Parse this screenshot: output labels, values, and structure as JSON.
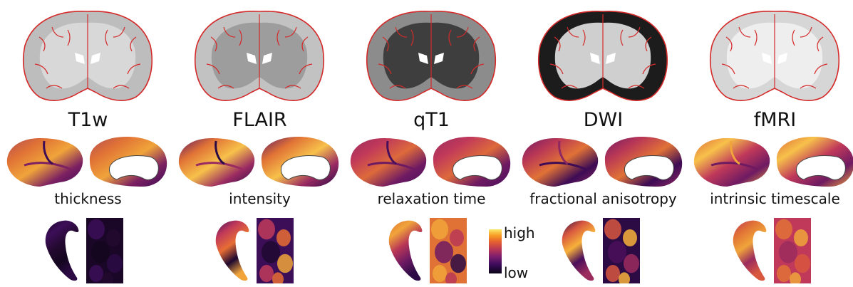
{
  "columns": [
    {
      "modality": "T1w",
      "measure": "thickness",
      "brain_style": "t1w",
      "surf_palette": [
        "#b24d52",
        "#e07236",
        "#f0a43a",
        "#7c2062",
        "#3d0c55"
      ],
      "hipp_palette": [
        "#1a0727",
        "#3c0e58",
        "#23092f",
        "#14061f",
        "#2c0b45"
      ]
    },
    {
      "modality": "FLAIR",
      "measure": "intensity",
      "brain_style": "flair",
      "surf_palette": [
        "#5a1566",
        "#e07236",
        "#f7c14a",
        "#9a2a62",
        "#2a0a46"
      ],
      "hipp_palette": [
        "#3c0e58",
        "#c0395a",
        "#e76d34",
        "#1e0830",
        "#f0a43a"
      ]
    },
    {
      "modality": "qT1",
      "measure": "relaxation time",
      "brain_style": "qt1",
      "surf_palette": [
        "#9b2c5e",
        "#c0395a",
        "#dd6a3b",
        "#6e1a63",
        "#4a0f5b"
      ],
      "hipp_palette": [
        "#e07236",
        "#f0a43a",
        "#b93756",
        "#6e1a63",
        "#2c0b45"
      ]
    },
    {
      "modality": "DWI",
      "measure": "fractional anisotropy",
      "brain_style": "dwi",
      "surf_palette": [
        "#6e1a63",
        "#b93756",
        "#e07236",
        "#3d0c55",
        "#8f2760"
      ],
      "hipp_palette": [
        "#2c0b45",
        "#d8573f",
        "#f7b13a",
        "#4a0f5b",
        "#9b2c5e"
      ]
    },
    {
      "modality": "fMRI",
      "measure": "intrinsic timescale",
      "brain_style": "fmri",
      "surf_palette": [
        "#dd6a3b",
        "#f7c14a",
        "#c0395a",
        "#6e1a63",
        "#f0a43a"
      ],
      "hipp_palette": [
        "#c0395a",
        "#e07236",
        "#f0a43a",
        "#9b2c5e",
        "#d8573f"
      ]
    }
  ],
  "colorbar": {
    "high_label": "high",
    "low_label": "low",
    "colors": [
      "#0b0417",
      "#3b0b5c",
      "#7c1d6f",
      "#b93756",
      "#e5612f",
      "#f79d24",
      "#fce86a"
    ]
  },
  "outline_color": "#d42a2a"
}
